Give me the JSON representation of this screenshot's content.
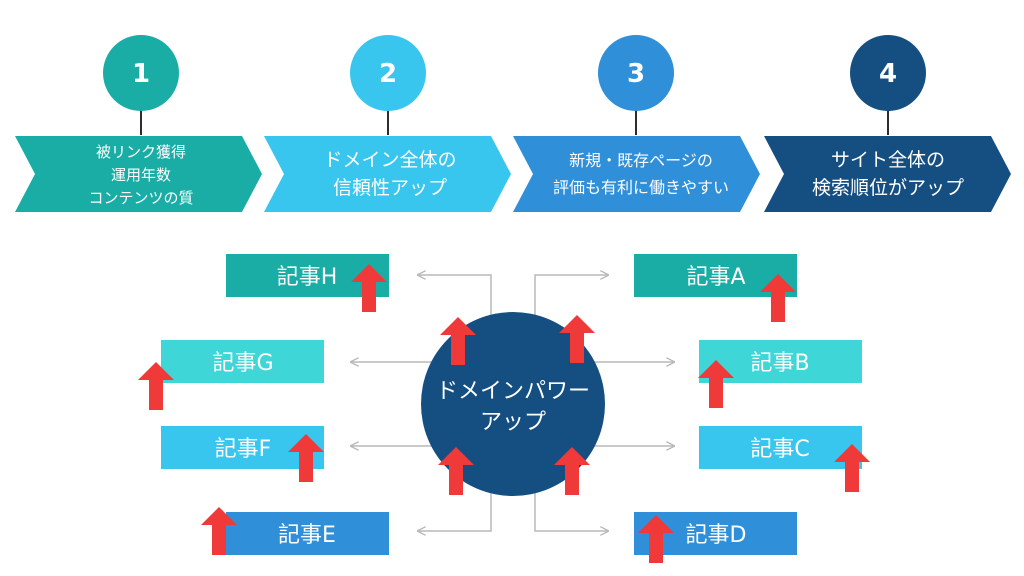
{
  "steps": [
    {
      "number": "1",
      "color": "#1aada6",
      "lines": [
        "被リンク獲得",
        "運用年数",
        "コンテンツの質"
      ]
    },
    {
      "number": "2",
      "color": "#38c6ee",
      "lines": [
        "ドメイン全体の",
        "信頼性アップ"
      ]
    },
    {
      "number": "3",
      "color": "#2f8fd8",
      "lines": [
        "新規・既存ページの",
        "評価も有利に働きやすい"
      ]
    },
    {
      "number": "4",
      "color": "#154f82",
      "lines": [
        "サイト全体の",
        "検索順位がアップ"
      ]
    }
  ],
  "center": {
    "lines": [
      "ドメインパワー",
      "アップ"
    ],
    "color": "#154f82"
  },
  "articles": [
    {
      "id": "H",
      "label": "記事H",
      "color": "#1aada6"
    },
    {
      "id": "G",
      "label": "記事G",
      "color": "#3ed6d6"
    },
    {
      "id": "F",
      "label": "記事F",
      "color": "#38c6ee"
    },
    {
      "id": "E",
      "label": "記事E",
      "color": "#2f8fd8"
    },
    {
      "id": "A",
      "label": "記事A",
      "color": "#1aada6"
    },
    {
      "id": "B",
      "label": "記事B",
      "color": "#3ed6d6"
    },
    {
      "id": "C",
      "label": "記事C",
      "color": "#38c6ee"
    },
    {
      "id": "D",
      "label": "記事D",
      "color": "#2f8fd8"
    }
  ],
  "colors": {
    "up_arrow": "#f03a3a",
    "connector": "#b8b8b8"
  },
  "icons": {
    "up_arrow": "up-arrow-icon"
  }
}
